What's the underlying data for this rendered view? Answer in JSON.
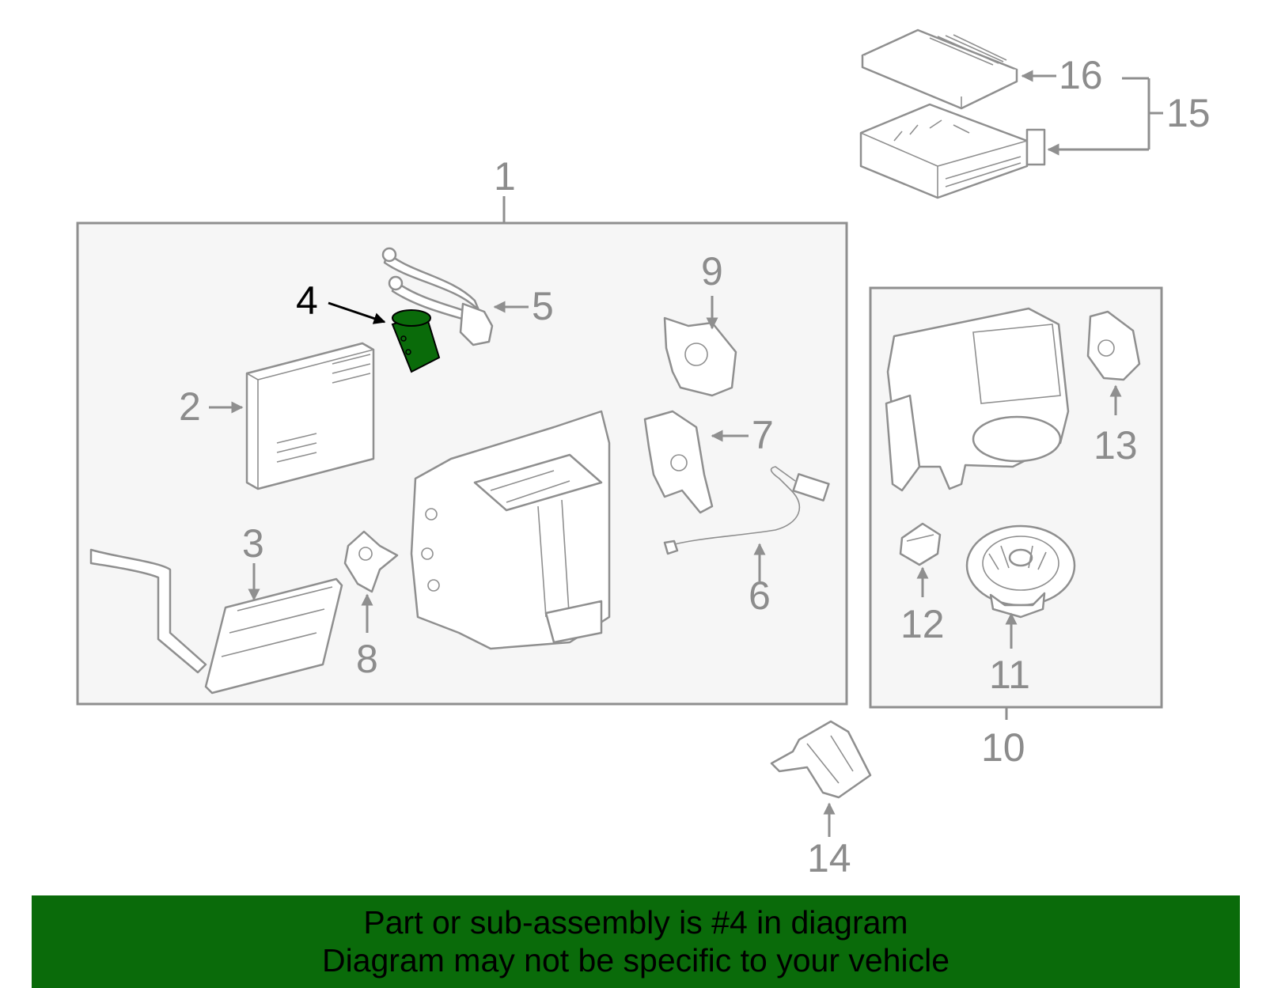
{
  "colors": {
    "highlight_part": "#0a6b0a",
    "banner_background": "#0a6b0a",
    "line_art": "#8f8f8f",
    "group_box_fill": "#f6f6f6"
  },
  "callouts": {
    "c1": "1",
    "c2": "2",
    "c3": "3",
    "c4": "4",
    "c5": "5",
    "c6": "6",
    "c7": "7",
    "c8": "8",
    "c9": "9",
    "c10": "10",
    "c11": "11",
    "c12": "12",
    "c13": "13",
    "c14": "14",
    "c15": "15",
    "c16": "16"
  },
  "highlighted_callout": "4",
  "banner": {
    "line1": "Part or sub-assembly is #4 in diagram",
    "line2": "Diagram may not be specific to your vehicle"
  }
}
